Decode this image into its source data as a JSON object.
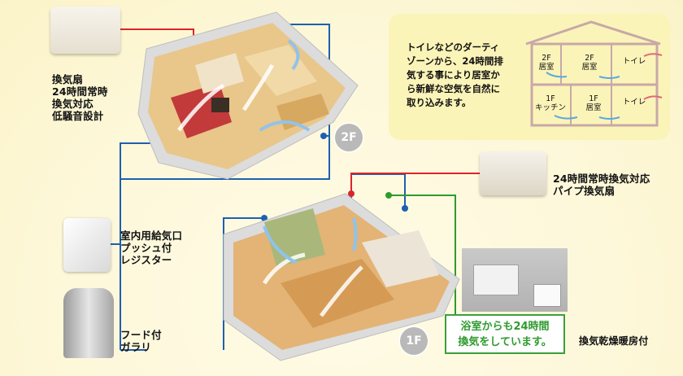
{
  "labels": {
    "exhaust_fan": [
      "換気扇",
      "24時間常時",
      "換気対応",
      "低騒音設計"
    ],
    "pipe_fan": [
      "24時間常時換気対応",
      "パイプ換気扇"
    ],
    "register": [
      "室内用給気口",
      "プッシュ付",
      "レジスター"
    ],
    "hood": [
      "フード付",
      "ガラリ"
    ],
    "dryer": "換気乾燥暖房付",
    "bath_note": [
      "浴室からも24時間",
      "換気をしています。"
    ]
  },
  "floors": {
    "upper": "2F",
    "lower": "1F"
  },
  "info": {
    "text": [
      "トイレなどのダーティ",
      "ゾーンから、24時間排",
      "気する事により居室か",
      "ら新鮮な空気を自然に",
      "取り込みます。"
    ],
    "rooms": {
      "r2f_a": [
        "2F",
        "居室"
      ],
      "r2f_b": [
        "2F",
        "居室"
      ],
      "r2f_toilet": "トイレ",
      "r1f_kitchen": [
        "1F",
        "キッチン"
      ],
      "r1f_room": [
        "1F",
        "居室"
      ],
      "r1f_toilet": "トイレ"
    }
  },
  "colors": {
    "supply_line": "#1f5fb0",
    "exhaust_line": "#d8262a",
    "bath_line": "#2f9a2f",
    "panel": "#fbf4b8"
  }
}
